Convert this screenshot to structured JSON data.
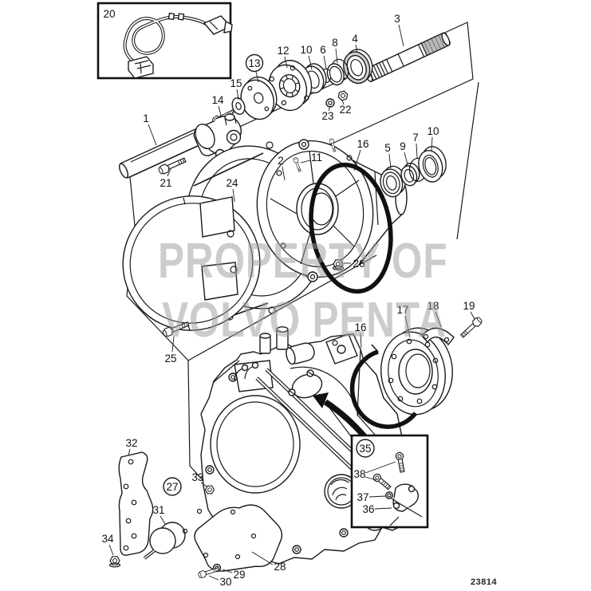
{
  "diagram": {
    "type": "exploded-parts-diagram",
    "drawing_number": "23814",
    "watermark": {
      "line1": "PROPERTY OF",
      "line2": "VOLVO PENTA"
    },
    "colors": {
      "line": "#1a1a1a",
      "watermark_gray": "#c6c6c6",
      "spline_shade": "#b9b9b9"
    }
  },
  "callouts": [
    {
      "label": "1",
      "circled": false
    },
    {
      "label": "2",
      "circled": false
    },
    {
      "label": "3",
      "circled": false
    },
    {
      "label": "4",
      "circled": false
    },
    {
      "label": "5",
      "circled": false
    },
    {
      "label": "6",
      "circled": false
    },
    {
      "label": "7",
      "circled": false
    },
    {
      "label": "8",
      "circled": false
    },
    {
      "label": "9",
      "circled": false
    },
    {
      "label": "10",
      "circled": false
    },
    {
      "label": "10",
      "circled": false
    },
    {
      "label": "11",
      "circled": false
    },
    {
      "label": "12",
      "circled": false
    },
    {
      "label": "13",
      "circled": true
    },
    {
      "label": "14",
      "circled": false
    },
    {
      "label": "15",
      "circled": false
    },
    {
      "label": "16",
      "circled": false
    },
    {
      "label": "16",
      "circled": false
    },
    {
      "label": "17",
      "circled": false
    },
    {
      "label": "18",
      "circled": false
    },
    {
      "label": "19",
      "circled": false
    },
    {
      "label": "20",
      "circled": false
    },
    {
      "label": "21",
      "circled": false
    },
    {
      "label": "22",
      "circled": false
    },
    {
      "label": "23",
      "circled": false
    },
    {
      "label": "24",
      "circled": false
    },
    {
      "label": "25",
      "circled": false
    },
    {
      "label": "26",
      "circled": false
    },
    {
      "label": "27",
      "circled": true
    },
    {
      "label": "28",
      "circled": false
    },
    {
      "label": "29",
      "circled": false
    },
    {
      "label": "30",
      "circled": false
    },
    {
      "label": "31",
      "circled": false
    },
    {
      "label": "32",
      "circled": false
    },
    {
      "label": "33",
      "circled": false
    },
    {
      "label": "34",
      "circled": false
    },
    {
      "label": "35",
      "circled": true
    },
    {
      "label": "36",
      "circled": false
    },
    {
      "label": "37",
      "circled": false
    },
    {
      "label": "38",
      "circled": false
    }
  ]
}
